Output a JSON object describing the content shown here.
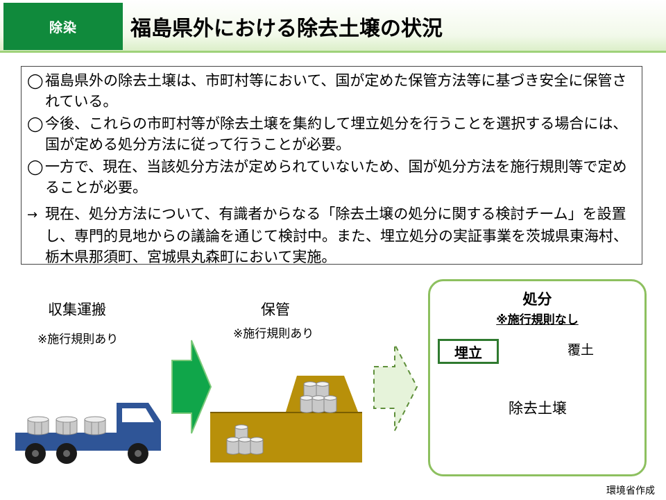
{
  "header": {
    "tag": "除染",
    "title": "福島県外における除去土壌の状況"
  },
  "summary": {
    "bullet_mark": "◯",
    "arrow_mark": "→",
    "items": [
      "福島県外の除去土壌は、市町村等において、国が定めた保管方法等に基づき安全に保管されている。",
      "今後、これらの市町村等が除去土壌を集約して埋立処分を行うことを選択する場合には、国が定める処分方法に従って行うことが必要。",
      "一方で、現在、当該処分方法が定められていないため、国が処分方法を施行規則等で定めることが必要。"
    ],
    "conclusion": "現在、処分方法について、有識者からなる「除去土壌の処分に関する検討チーム」を設置し、専門的見地からの議論を通じて検討中。また、埋立処分の実証事業を茨城県東海村、栃木県那須町、宮城県丸森町において実施。"
  },
  "flow": {
    "transport": {
      "label": "収集運搬",
      "note": "※施行規則あり"
    },
    "storage": {
      "label": "保管",
      "note": "※施行規則あり"
    },
    "disposal": {
      "label": "処分",
      "note": "※施行規則なし",
      "landfill_label": "埋立",
      "cover_label": "覆土",
      "soil_label": "除去土壌"
    }
  },
  "credit": "環境省作成",
  "colors": {
    "tag_green": "#108a3c",
    "truck_blue": "#2f5597",
    "arrow_green": "#10a64a",
    "soil_brown": "#b8900a",
    "pit_yellow": "#fedc7a",
    "pit_orange": "#ff9b0a",
    "frame_green": "#8dc05f"
  }
}
